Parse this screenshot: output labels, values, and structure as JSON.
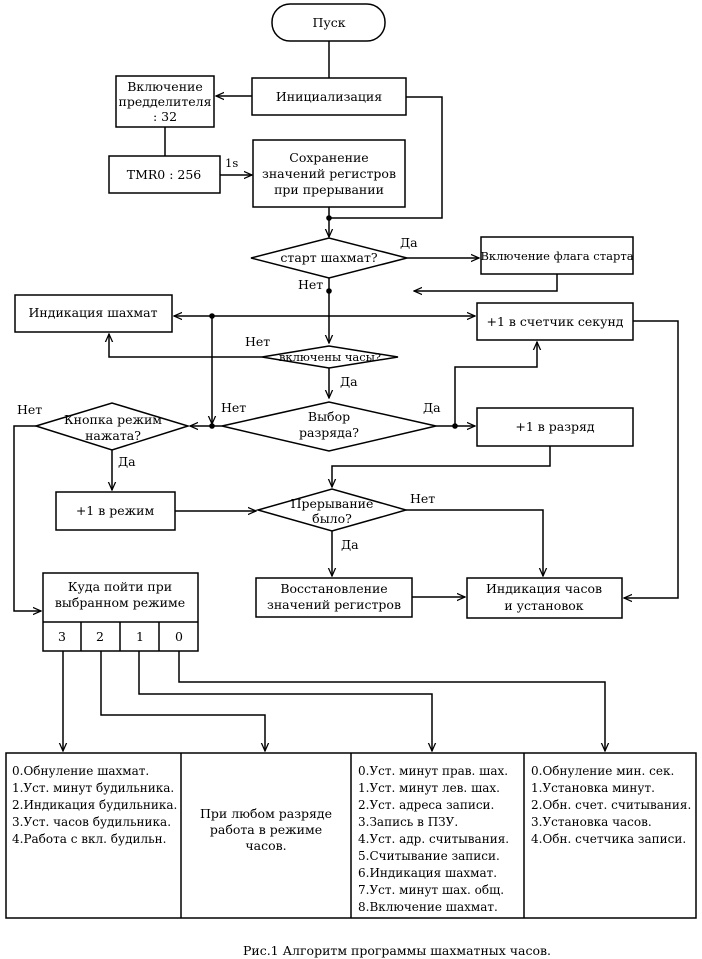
{
  "nodes": {
    "start": "Пуск",
    "init": "Инициализация",
    "prescaler": [
      "Включение",
      "предделителя",
      ": 32"
    ],
    "tmr0": "TMR0 : 256",
    "tick": "1s",
    "save": [
      "Сохранение",
      "значений регистров",
      "при прерывании"
    ],
    "chess_start": "старт шахмат?",
    "flag_start": "Включение флага старта",
    "chess_display": "Индикация шахмат",
    "sec_counter": "+1 в счетчик секунд",
    "clock_on": "включены часы?",
    "mode_pressed": [
      "Кнопка режим",
      "нажата?"
    ],
    "digit_select": [
      "Выбор",
      "разряда?"
    ],
    "digit_plus": "+1 в разряд",
    "mode_plus": "+1 в режим",
    "interrupt": [
      "Прерывание",
      "было?"
    ],
    "restore": [
      "Восстановление",
      "значений регистров"
    ],
    "clock_display": [
      "Индикация часов",
      "и установок"
    ],
    "where_to_go": [
      "Куда пойти при",
      "выбранном режиме"
    ],
    "mode_numbers": [
      "3",
      "2",
      "1",
      "0"
    ]
  },
  "edge_labels": {
    "yes": "Да",
    "no": "Нет"
  },
  "tables": {
    "col1": [
      "0.Обнуление шахмат.",
      "1.Уст. минут будильника.",
      "2.Индикация будильника.",
      "3.Уст. часов будильника.",
      "4.Работа с вкл. будильн."
    ],
    "col2": [
      "При любом разряде",
      "работа в режиме",
      "часов."
    ],
    "col3": [
      "0.Уст. минут прав. шах.",
      "1.Уст. минут лев. шах.",
      "2.Уст. адреса записи.",
      "3.Запись в ПЗУ.",
      "4.Уст. адр. считывания.",
      "5.Считывание записи.",
      "6.Индикация шахмат.",
      "7.Уст. минут шах. общ.",
      "8.Включение шахмат."
    ],
    "col4": [
      "0.Обнуление мин. сек.",
      "1.Установка минут.",
      "2.Обн. счет. считывания.",
      "3.Установка часов.",
      "4.Обн. счетчика записи."
    ]
  },
  "caption": "Рис.1 Алгоритм программы шахматных часов."
}
